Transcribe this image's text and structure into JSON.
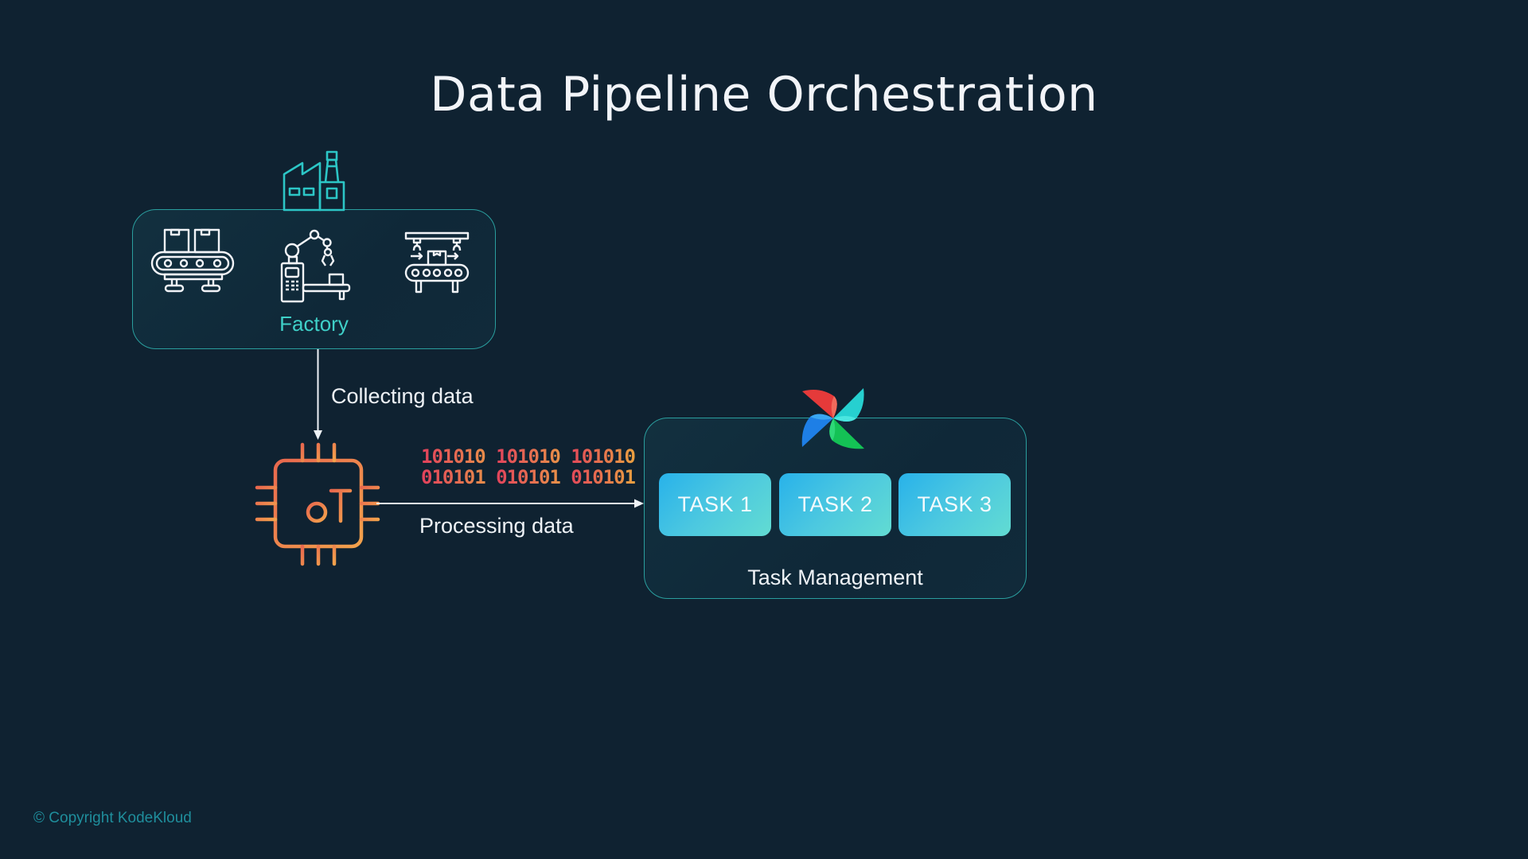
{
  "title": "Data Pipeline Orchestration",
  "factory": {
    "label": "Factory",
    "icons": [
      "factory-building-icon",
      "conveyor-belt-boxes-icon",
      "robotic-arm-icon",
      "assembly-line-icon"
    ]
  },
  "flow": {
    "collect_label": "Collecting data",
    "process_label": "Processing data",
    "iot_label": "IoT",
    "binary_lines": [
      "101010 101010 101010",
      "010101 010101 010101"
    ]
  },
  "task_management": {
    "label": "Task Management",
    "logo": "airflow-pinwheel-icon",
    "tasks": [
      {
        "label": "TASK 1"
      },
      {
        "label": "TASK 2"
      },
      {
        "label": "TASK 3"
      }
    ]
  },
  "colors": {
    "background": "#0f2231",
    "accent_teal": "#2cc6c6",
    "iot_orange": "#ee8a4c",
    "binary_red": "#e2405c",
    "binary_orange": "#e99448",
    "task_gradient_start": "#28b2ea",
    "task_gradient_end": "#62dcd2"
  },
  "footer": {
    "copyright": "© Copyright KodeKloud"
  }
}
